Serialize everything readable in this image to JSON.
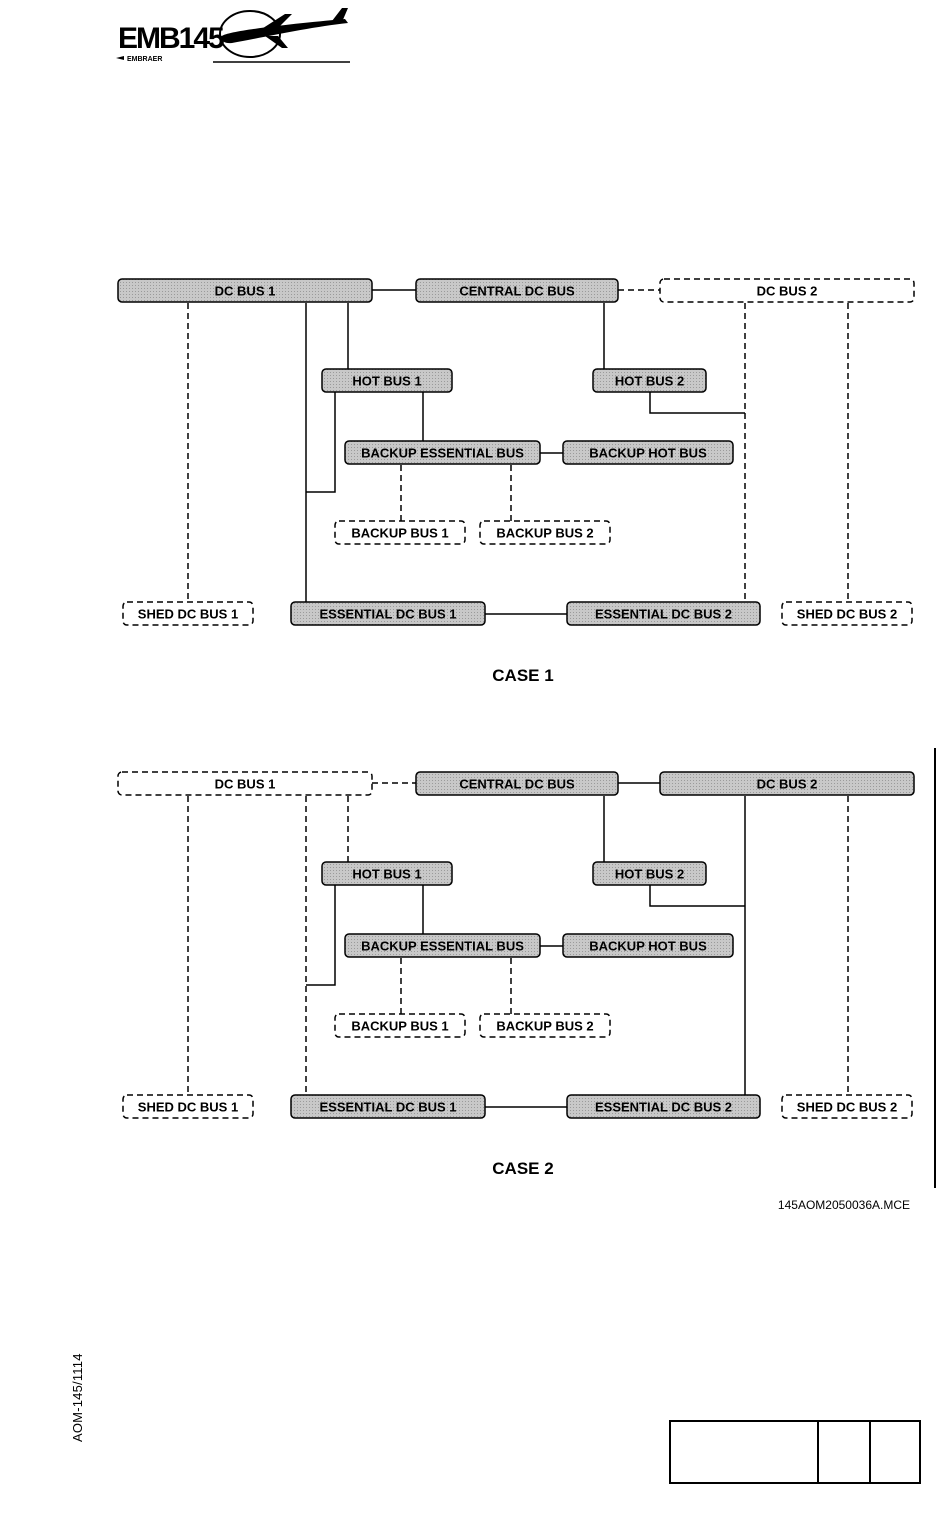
{
  "header": {
    "logo_model": "EMB145",
    "logo_brand": "EMBRAER"
  },
  "diagram": {
    "cases": [
      {
        "caption": "CASE 1",
        "dc_bus_1": "DC BUS 1",
        "central_dc_bus": "CENTRAL DC BUS",
        "dc_bus_2": "DC BUS 2",
        "hot_bus_1": "HOT BUS 1",
        "hot_bus_2": "HOT BUS 2",
        "backup_essential_bus": "BACKUP ESSENTIAL BUS",
        "backup_hot_bus": "BACKUP HOT BUS",
        "backup_bus_1": "BACKUP BUS 1",
        "backup_bus_2": "BACKUP BUS 2",
        "shed_dc_bus_1": "SHED DC BUS 1",
        "essential_dc_bus_1": "ESSENTIAL DC BUS 1",
        "essential_dc_bus_2": "ESSENTIAL DC BUS 2",
        "shed_dc_bus_2": "SHED DC BUS 2"
      },
      {
        "caption": "CASE 2",
        "dc_bus_1": "DC BUS 1",
        "central_dc_bus": "CENTRAL DC BUS",
        "dc_bus_2": "DC BUS 2",
        "hot_bus_1": "HOT BUS 1",
        "hot_bus_2": "HOT BUS 2",
        "backup_essential_bus": "BACKUP ESSENTIAL BUS",
        "backup_hot_bus": "BACKUP HOT BUS",
        "backup_bus_1": "BACKUP BUS 1",
        "backup_bus_2": "BACKUP BUS 2",
        "shed_dc_bus_1": "SHED DC BUS 1",
        "essential_dc_bus_1": "ESSENTIAL DC BUS 1",
        "essential_dc_bus_2": "ESSENTIAL DC BUS 2",
        "shed_dc_bus_2": "SHED DC BUS 2"
      }
    ],
    "figure_id": "145AOM2050036A.MCE"
  },
  "footer": {
    "doc_ref": "AOM-145/1114"
  },
  "colors": {
    "energized_fill": "#c8c8c8",
    "deenergized_fill": "#ffffff",
    "line": "#000000"
  }
}
